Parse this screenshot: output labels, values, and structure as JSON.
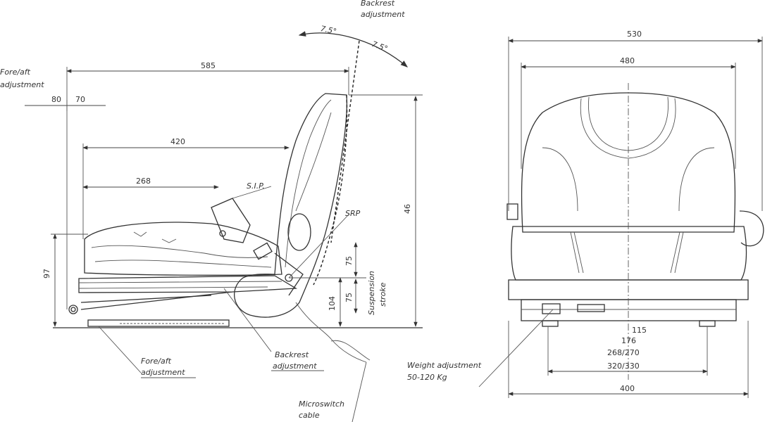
{
  "labels": {
    "backrest_top_1": "Backrest",
    "backrest_top_2": "adjustment",
    "fore_aft_left_1": "Fore/aft",
    "fore_aft_left_2": "adjustment",
    "sip": "S.I.P.",
    "srp": "SRP",
    "suspension_1": "Suspension",
    "suspension_2": "stroke",
    "fore_aft_bottom_1": "Fore/aft",
    "fore_aft_bottom_2": "adjustment",
    "backrest_bottom_1": "Backrest",
    "backrest_bottom_2": "adjustment",
    "weight_1": "Weight adjustment",
    "weight_2": "50-120 Kg",
    "cable_1": "Microswitch",
    "cable_2": "cable"
  },
  "dimensions": {
    "angle_back": "7.5°",
    "angle_fwd": "7.5°",
    "d585": "585",
    "d80": "80",
    "d70": "70",
    "d420": "420",
    "d268": "268",
    "d97": "97",
    "d104": "104",
    "d75a": "75",
    "d75b": "75",
    "d46": "46",
    "d530": "530",
    "d480": "480",
    "d115": "115",
    "d176": "176",
    "d268_270": "268/270",
    "d320_330": "320/330",
    "d400": "400"
  }
}
